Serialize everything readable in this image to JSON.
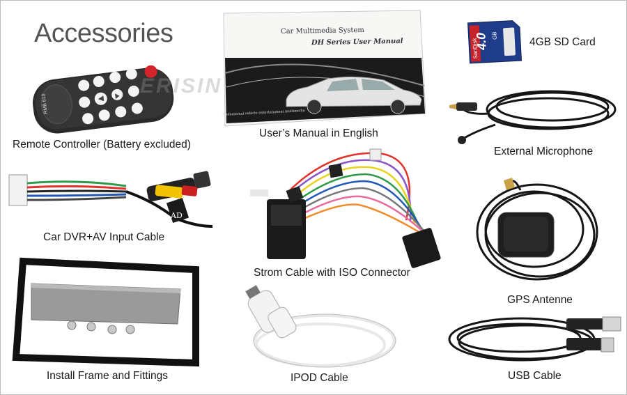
{
  "page": {
    "title": "Accessories",
    "brand_watermark": "ERISIN"
  },
  "items": {
    "remote": {
      "caption": "Remote Controller (Battery excluded)",
      "model_text": "RMB 610",
      "icon": "remote-control-icon"
    },
    "manual": {
      "caption": "User’s Manual in English",
      "header": "Car Multimedia System",
      "subheader": "DH Series User Manual",
      "footer": "Professional vehicle entertainment multimedia",
      "icon": "car-icon"
    },
    "sd_card": {
      "caption": "4GB SD Card",
      "brand": "SanDisk",
      "capacity": "4.0",
      "unit": "GB",
      "icon": "sd-card-icon"
    },
    "microphone": {
      "caption": "External Microphone",
      "icon": "microphone-cable-icon"
    },
    "dvr_cable": {
      "caption": "Car DVR+AV Input Cable",
      "tag_text": "AD",
      "icon": "rca-cable-icon"
    },
    "iso_cable": {
      "caption": "Strom Cable with ISO Connector",
      "icon": "iso-connector-icon"
    },
    "gps": {
      "caption": "GPS Antenne",
      "icon": "gps-antenna-icon"
    },
    "frame": {
      "caption": "Install Frame and Fittings",
      "icon": "install-frame-icon"
    },
    "ipod": {
      "caption": "IPOD Cable",
      "icon": "ipod-cable-icon"
    },
    "usb": {
      "caption": "USB Cable",
      "icon": "usb-cable-icon"
    }
  },
  "colors": {
    "title": "#545454",
    "caption": "#1a1a1a",
    "cable_black": "#151515",
    "remote_body": "#2a2a2a",
    "remote_red": "#d2242a",
    "rca_yellow": "#f2c400",
    "iso_red": "#e0322b",
    "iso_purple": "#8a55c8",
    "iso_yellow": "#e8d21c",
    "iso_green": "#2e9a4a",
    "sd_blue": "#1f3c8a",
    "sd_red": "#c8232a"
  }
}
